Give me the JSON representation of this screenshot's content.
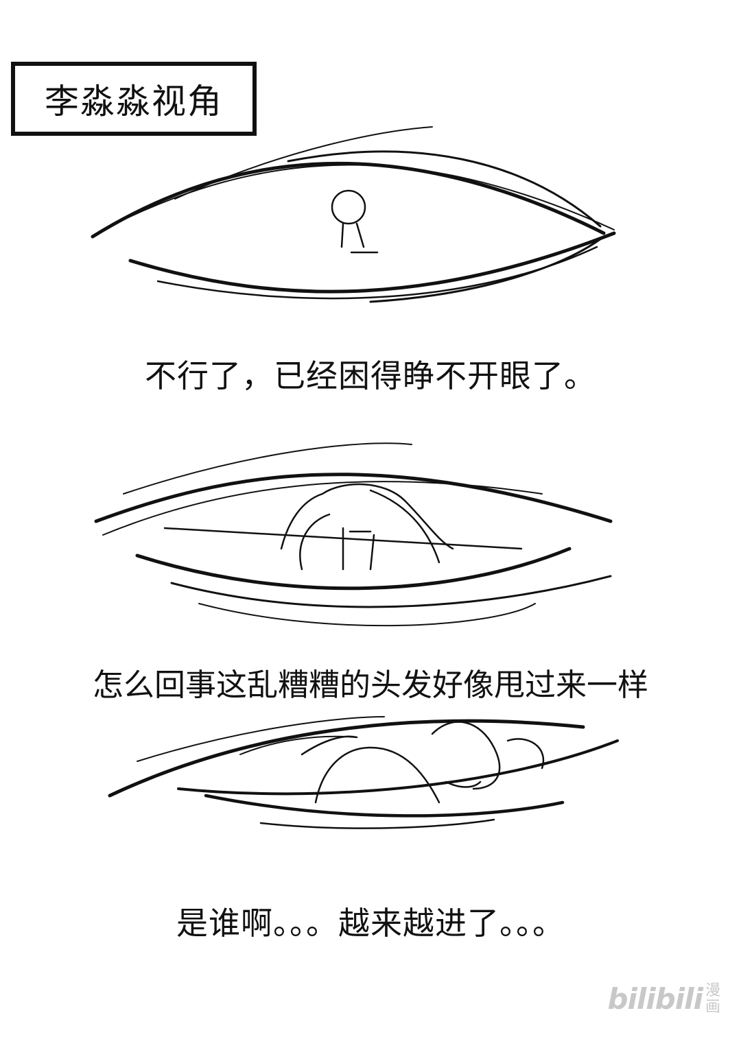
{
  "caption": "李淼淼视角",
  "dialogue": [
    "不行了，已经困得睁不开眼了。",
    "怎么回事这乱糟糟的头发好像甩过来一样",
    "是谁啊。。。越来越进了。。。"
  ],
  "watermark": {
    "logo": "bilibili",
    "sub_top": "漫",
    "sub_bottom": "画"
  },
  "colors": {
    "ink": "#111111",
    "watermark": "#c8c8c8",
    "background": "#ffffff"
  }
}
